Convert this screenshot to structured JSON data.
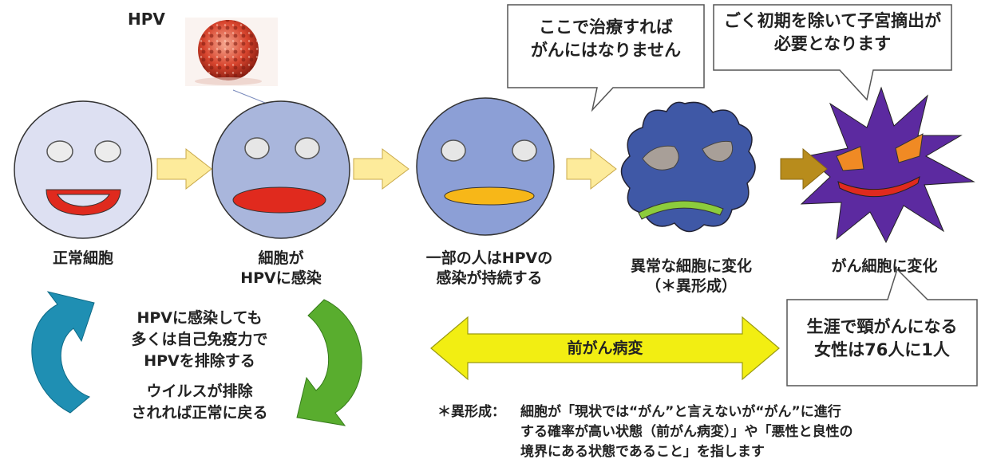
{
  "virus": {
    "label": "HPV"
  },
  "stages": [
    {
      "label": "正常細胞"
    },
    {
      "label_lines": [
        "細胞が",
        "HPVに感染"
      ]
    },
    {
      "label_lines": [
        "一部の人はHPVの",
        "感染が持続する"
      ]
    },
    {
      "label_lines": [
        "異常な細胞に変化",
        "（＊異形成）"
      ]
    },
    {
      "label": "がん細胞に変化"
    }
  ],
  "callouts": {
    "treatment": [
      "ここで治療すれば",
      "がんにはなりません"
    ],
    "hysterectomy": [
      "ごく初期を除いて子宮摘出が",
      "必要となります"
    ],
    "lifetime": [
      "生涯で頸がんになる",
      "女性は76人に1人"
    ]
  },
  "recovery": {
    "line1": "HPVに感染しても",
    "line2": "多くは自己免疫力で",
    "line3": "HPVを排除する",
    "line4": "ウイルスが排除",
    "line5": "されれば正常に戻る"
  },
  "precancer_label": "前がん病変",
  "footnote": {
    "lead": "＊異形成：",
    "line1": "細胞が「現状では“がん”と言えないが“がん”に進行",
    "line2": "する確率が高い状態（前がん病変）」や「悪性と良性の",
    "line3": "境界にある状態であること」を指します"
  },
  "colors": {
    "normal_face": "#dde0f2",
    "infected_face": "#a9b6dc",
    "persistent_face": "#8c9fd6",
    "dysplasia_cell": "#3f58a6",
    "cancer_cell": "#5c2aa0",
    "red_mouth": "#e02a1e",
    "yellow_mouth": "#f7b718",
    "green_mouth": "#8ccc3c",
    "orange_eye": "#f08a24",
    "light_arrow": "#fdeb9b",
    "dark_arrow": "#b88c1c",
    "yellow_double_arrow": "#f2ee12",
    "teal_arrow": "#1f8fb3",
    "green_arrow": "#59ad2e"
  }
}
